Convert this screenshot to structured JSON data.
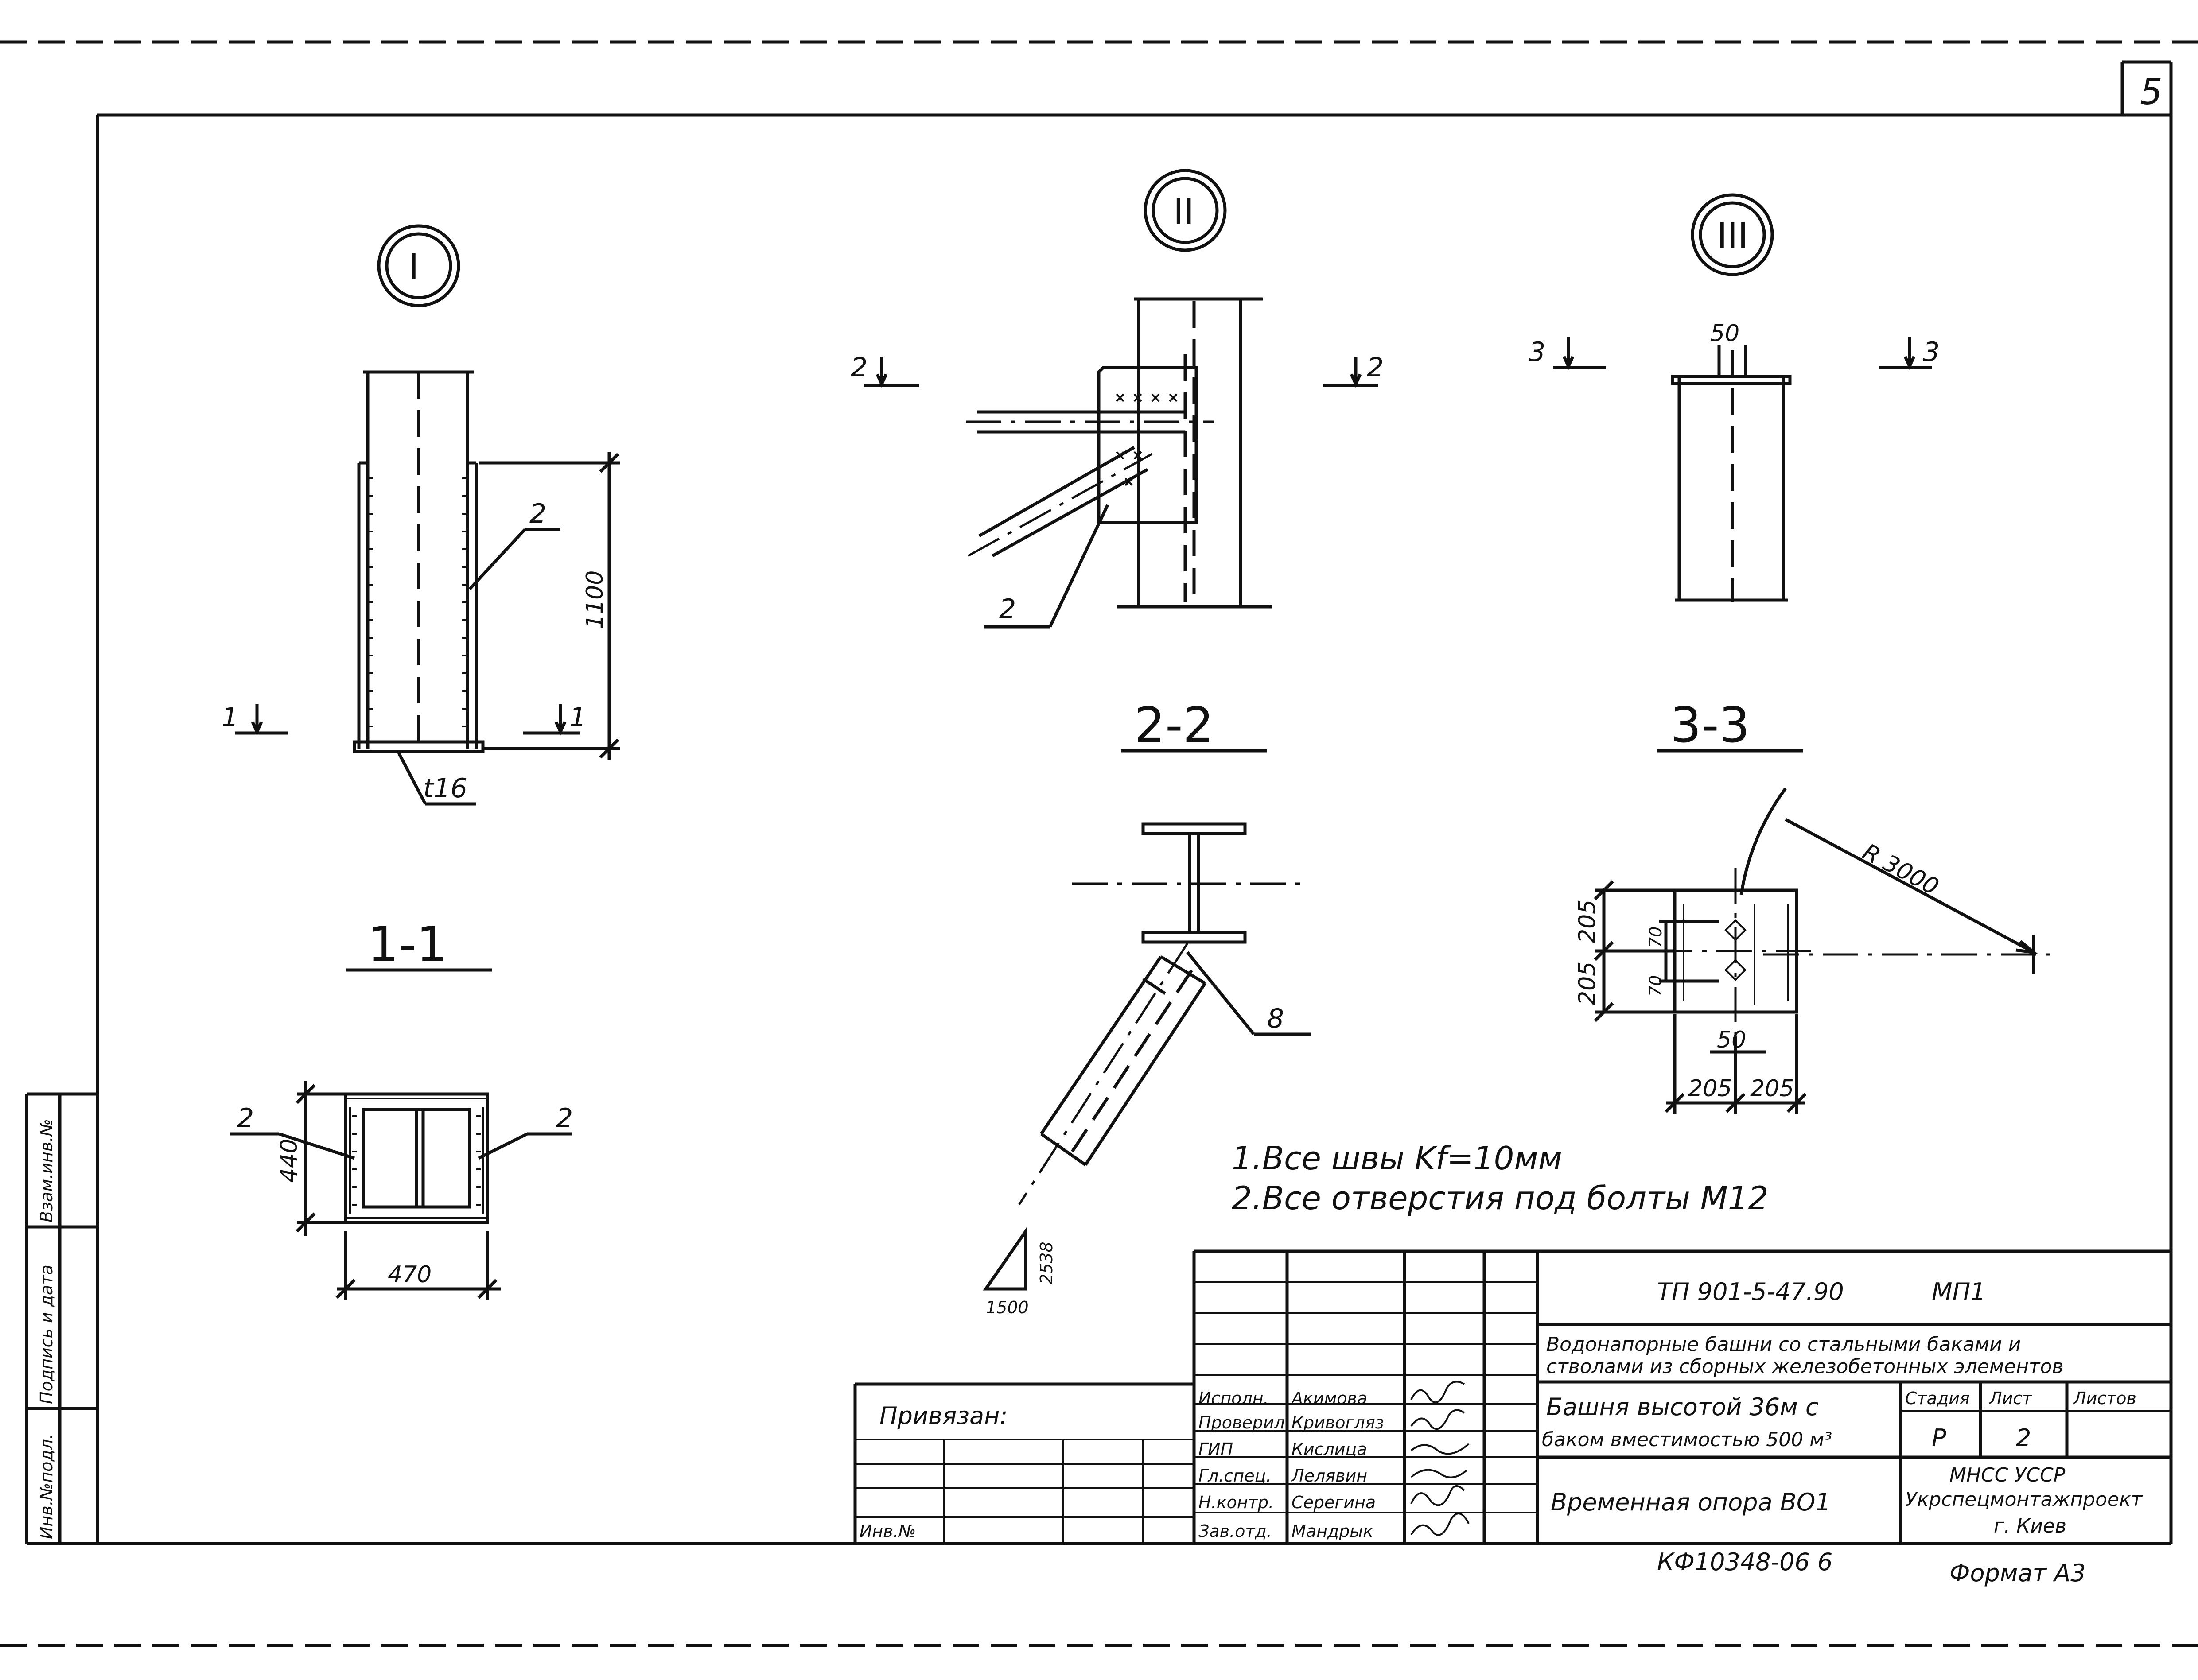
{
  "sheet": {
    "page_number": "5",
    "format_label": "Формат А3",
    "archive_code": "КФ10348-06 6"
  },
  "views": {
    "view1": {
      "marker": "I",
      "section_marks": [
        "1",
        "1"
      ],
      "dimension_height": "1100",
      "plate_label": "t16",
      "leader_label": "2"
    },
    "view2": {
      "marker": "II",
      "section_marks": [
        "2",
        "2"
      ],
      "leader_label": "2"
    },
    "view3": {
      "marker": "III",
      "section_marks": [
        "3",
        "3"
      ],
      "dimension_top": "50"
    },
    "section_1_1": {
      "title": "1-1",
      "leader_left": "2",
      "leader_right": "2",
      "dim_height": "440",
      "dim_width": "470"
    },
    "section_2_2": {
      "title": "2-2",
      "leader_label": "8",
      "slope_vertical": "2538",
      "slope_horizontal": "1500"
    },
    "section_3_3": {
      "title": "3-3",
      "radius_label": "R 3000",
      "dim_205_a": "205",
      "dim_205_b": "205",
      "dim_70_a": "70",
      "dim_70_b": "70",
      "dim_50": "50",
      "dim_205_c": "205",
      "dim_205_d": "205"
    }
  },
  "notes": [
    "1.Все швы Kf=10мм",
    "2.Все отверстия под болты М12"
  ],
  "left_strip": {
    "inv_no_orig": "Инв.№подл.",
    "sign_date": "Подпись и дата",
    "replace_inv": "Взам.инв.№"
  },
  "title_block": {
    "doc_code": "ТП 901-5-47.90",
    "doc_mark": "МП1",
    "project_line1": "Водонапорные башни со стальными баками и",
    "project_line2": "стволами из сборных железобетонных элементов",
    "object_line1": "Башня высотой 36м с",
    "object_line2": "баком вместимостью 500 м³",
    "sheet_title": "Временная опора ВО1",
    "stage_header": "Стадия",
    "sheet_header": "Лист",
    "sheets_header": "Листов",
    "stage_value": "Р",
    "sheet_value": "2",
    "sheets_value": "",
    "org_line1": "МНСС УССР",
    "org_line2": "Укрспецмонтажпроект",
    "org_line3": "г. Киев",
    "privyazan": "Привязан:",
    "inv_no": "Инв.№",
    "roles": [
      {
        "role": "Исполн.",
        "name": "Акимова"
      },
      {
        "role": "Проверил",
        "name": "Кривогляз"
      },
      {
        "role": "ГИП",
        "name": "Кислица"
      },
      {
        "role": "Гл.спец.",
        "name": "Лелявин"
      },
      {
        "role": "Н.контр.",
        "name": "Серегина"
      },
      {
        "role": "Зав.отд.",
        "name": "Мандрык"
      }
    ]
  }
}
